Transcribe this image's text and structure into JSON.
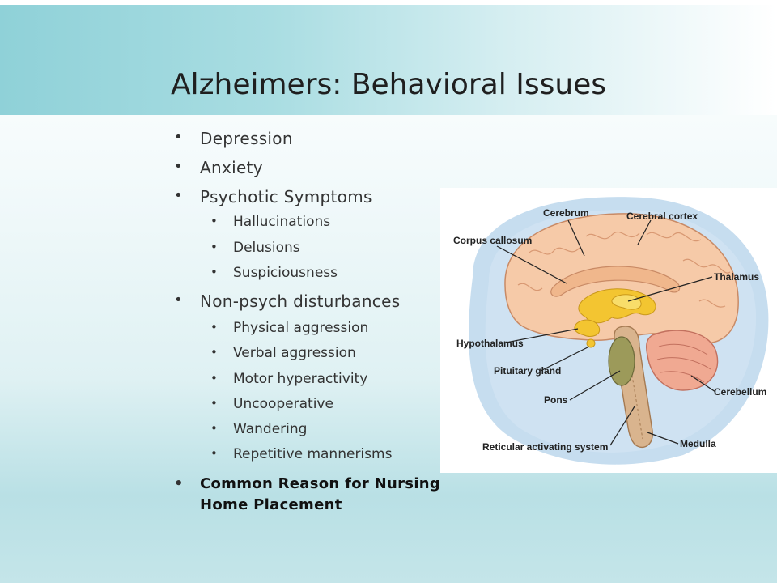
{
  "slide": {
    "title": "Alzheimers: Behavioral Issues",
    "bullets": [
      {
        "text": "Depression"
      },
      {
        "text": "Anxiety"
      },
      {
        "text": "Psychotic Symptoms"
      },
      {
        "text": "Hallucinations"
      },
      {
        "text": "Delusions"
      },
      {
        "text": "Suspiciousness"
      },
      {
        "text": "Non-psych disturbances"
      },
      {
        "text": "Physical aggression"
      },
      {
        "text": "Verbal aggression"
      },
      {
        "text": "Motor hyperactivity"
      },
      {
        "text": "Uncooperative"
      },
      {
        "text": "Wandering"
      },
      {
        "text": "Repetitive mannerisms"
      },
      {
        "line1": "Common Reason for Nursing",
        "line2": "Home Placement"
      }
    ],
    "bullet_char": "•"
  },
  "brain_diagram": {
    "labels": {
      "cerebrum": "Cerebrum",
      "cerebral_cortex": "Cerebral cortex",
      "corpus_callosum": "Corpus callosum",
      "thalamus": "Thalamus",
      "hypothalamus": "Hypothalamus",
      "pituitary_gland": "Pituitary gland",
      "pons": "Pons",
      "cerebellum": "Cerebellum",
      "reticular_activating_system": "Reticular activating system",
      "medulla": "Medulla"
    },
    "colors": {
      "background_halo": "#bcd7ec",
      "cerebrum": "#f6caa8",
      "cerebellum": "#f0a992",
      "limbic": "#f3c531",
      "pons": "#9c9a5a",
      "brainstem": "#d9b48e"
    }
  }
}
